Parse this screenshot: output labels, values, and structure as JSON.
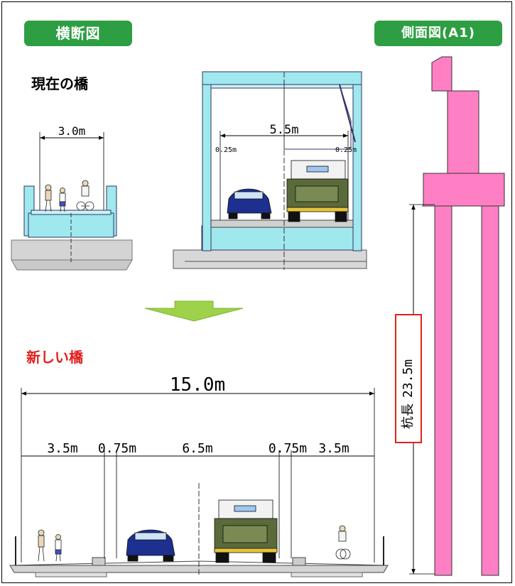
{
  "labels": {
    "cross_section_badge": "横断図",
    "side_view_badge": "側面図(A1)",
    "current_bridge": "現在の橋",
    "new_bridge": "新しい橋"
  },
  "current_bridge": {
    "pedestrian_width": "3.0m",
    "vehicle_width": "5.5m",
    "side_margin_left": "0.25m",
    "side_margin_right": "0.25m"
  },
  "new_bridge": {
    "total_width": "15.0m",
    "segments": [
      "3.5m",
      "0.75m",
      "6.5m",
      "0.75m",
      "3.5m"
    ]
  },
  "side_view": {
    "pile_length_label": "杭長",
    "pile_length_value": "23.5m"
  },
  "colors": {
    "badge_green": "#2e9e43",
    "steel_cyan": "#9fe8ee",
    "abutment_pink": "#ff7fc4",
    "new_label_red": "#e0201b",
    "arrow_green": "#9ed24a"
  }
}
